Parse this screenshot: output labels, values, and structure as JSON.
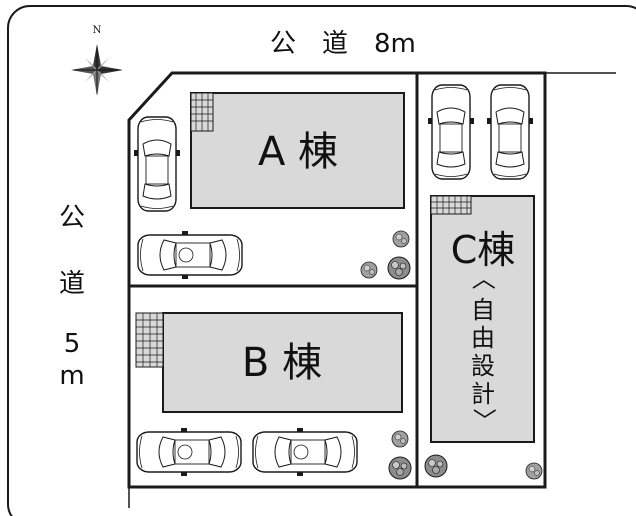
{
  "compass": {
    "north_label": "N",
    "icon": "compass-rose-icon"
  },
  "roads": {
    "top_label": "公　道　8m",
    "left_label_chars": [
      "公",
      "道",
      "5",
      "m"
    ]
  },
  "buildings": {
    "a": {
      "label": "A 棟"
    },
    "b": {
      "label": "B 棟"
    },
    "c": {
      "label": "C棟",
      "note_open": "〈",
      "note_chars": [
        "自",
        "由",
        "設",
        "計"
      ],
      "note_close": "〉"
    }
  },
  "colors": {
    "line": "#1a1a1a",
    "building_fill": "#d9d9d9",
    "tree_fill": "#8c8c8c",
    "car_fill": "#ffffff"
  }
}
